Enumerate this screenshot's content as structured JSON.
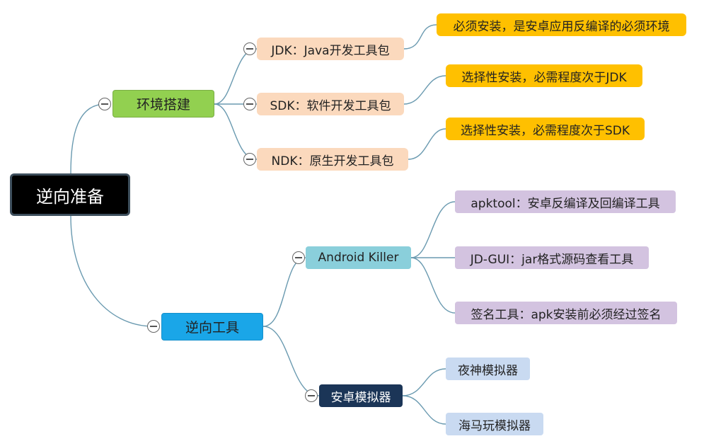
{
  "root": {
    "label": "逆向准备"
  },
  "branches": {
    "env": {
      "label": "环境搭建",
      "color": "#92d050",
      "children": [
        {
          "label": "JDK：Java开发工具包",
          "note": "必须安装，是安卓应用反编译的必须环境"
        },
        {
          "label": "SDK：软件开发工具包",
          "note": "选择性安装，必需程度次于JDK"
        },
        {
          "label": "NDK：原生开发工具包",
          "note": "选择性安装，必需程度次于SDK"
        }
      ]
    },
    "tools": {
      "label": "逆向工具",
      "color": "#1aa6e8",
      "android_killer": {
        "label": "Android Killer",
        "items": [
          "apktool：安卓反编译及回编译工具",
          "JD-GUI：jar格式源码查看工具",
          "签名工具：apk安装前必须经过签名"
        ]
      },
      "emulator": {
        "label": "安卓模拟器",
        "items": [
          "夜神模拟器",
          "海马玩模拟器"
        ]
      }
    }
  },
  "colors": {
    "connector": "#6a9ab0",
    "note_yellow": "#ffc000",
    "l2_peach": "#fbd9bd",
    "tool_purple": "#d3c3e0",
    "emu_blue": "#c9daf1"
  }
}
